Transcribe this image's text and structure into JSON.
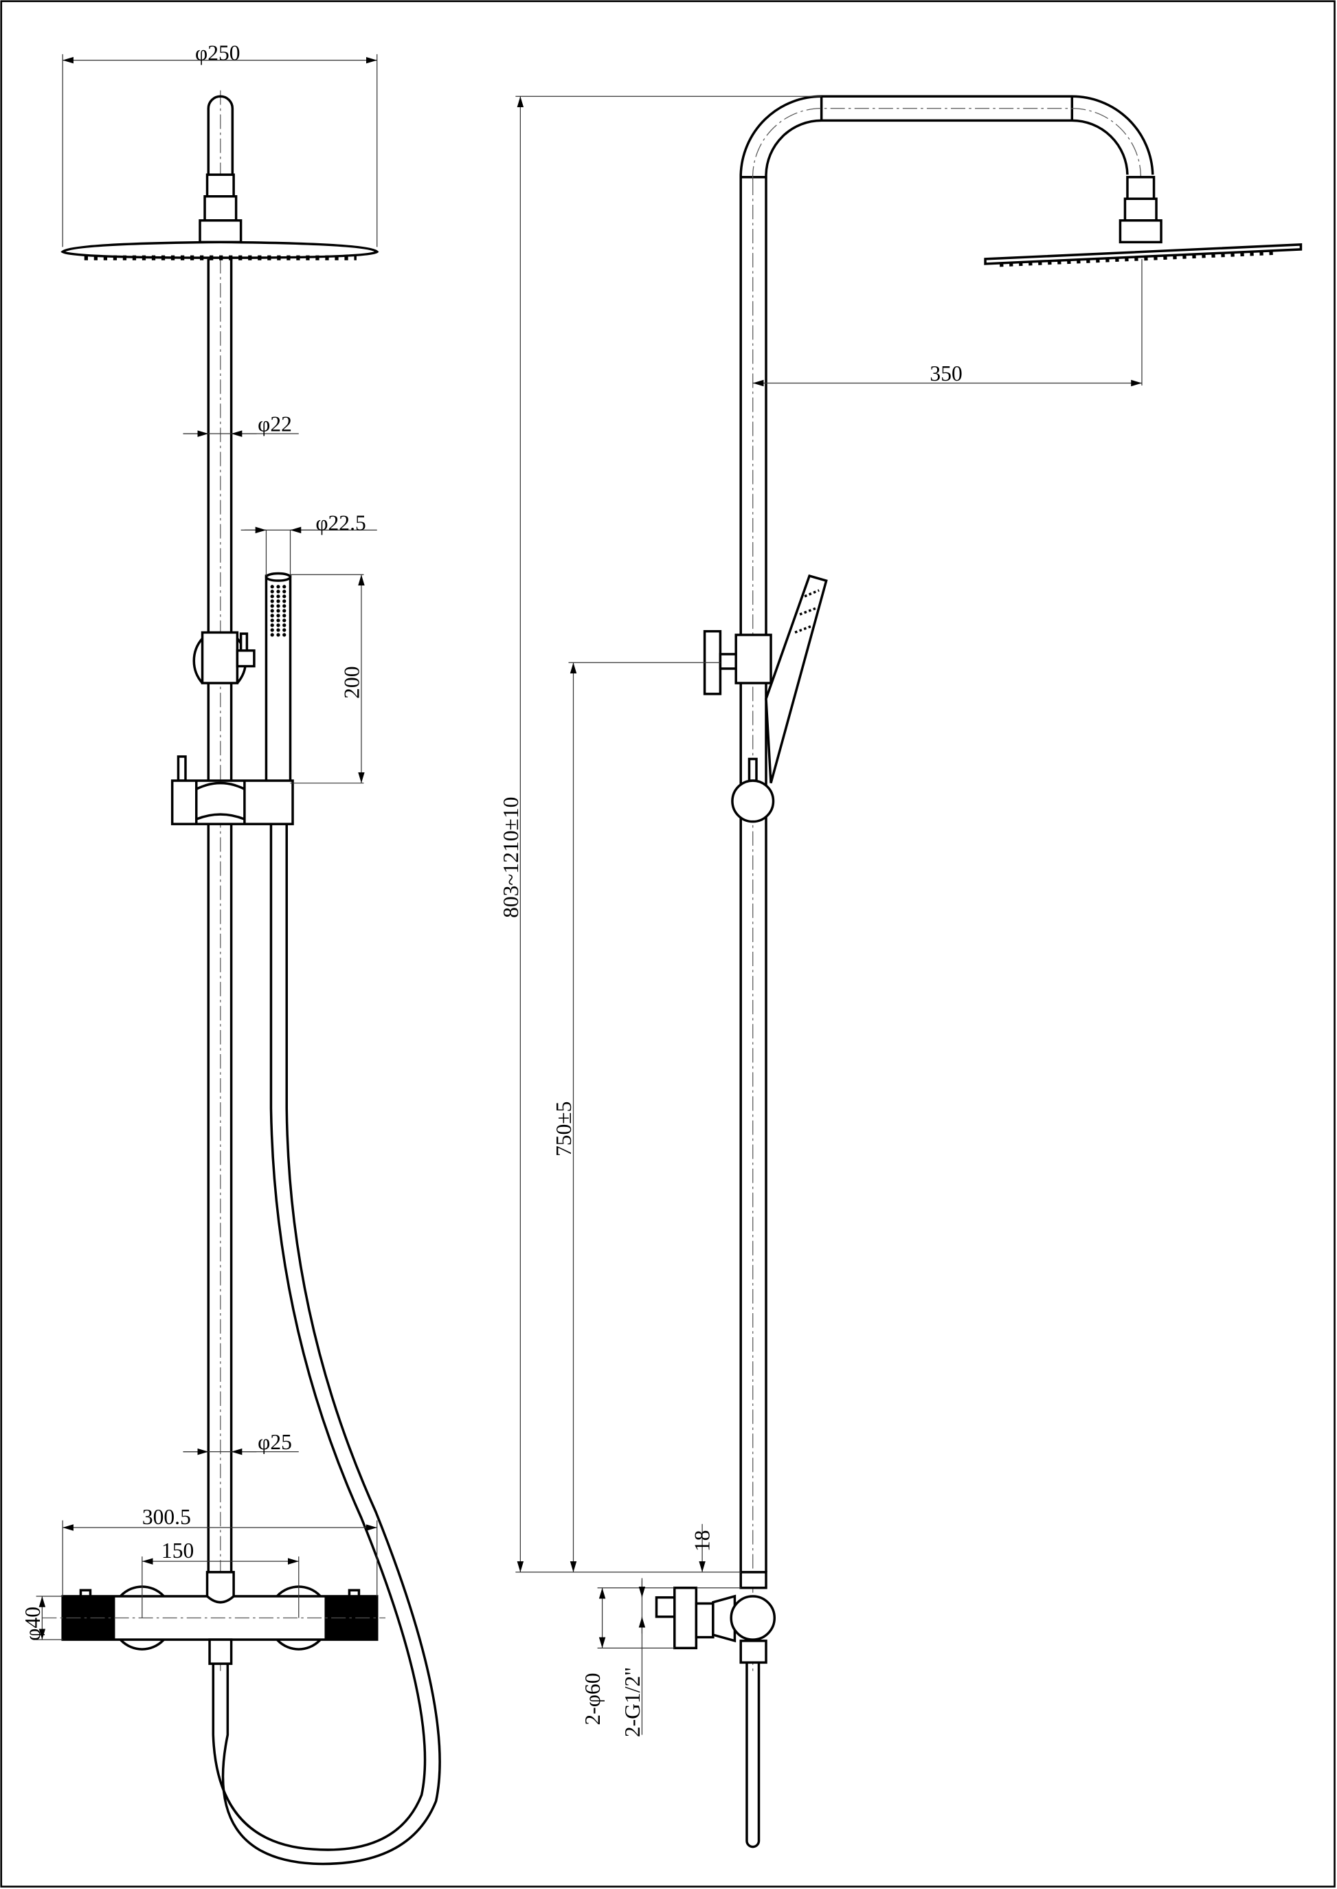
{
  "drawing": {
    "front_view": {
      "head_diameter": "φ250",
      "upper_pipe_diameter": "φ22",
      "hand_shower_diameter": "φ22.5",
      "hand_shower_length": "200",
      "lower_pipe_diameter": "φ25",
      "thermostat_width": "300.5",
      "inlet_spacing": "150",
      "thermostat_diameter": "φ40"
    },
    "side_view": {
      "head_projection": "350",
      "total_height": "803~1210±10",
      "bracket_height": "750±5",
      "offset": "18",
      "escutcheon": "2-φ60",
      "thread": "2-G1/2\""
    }
  }
}
